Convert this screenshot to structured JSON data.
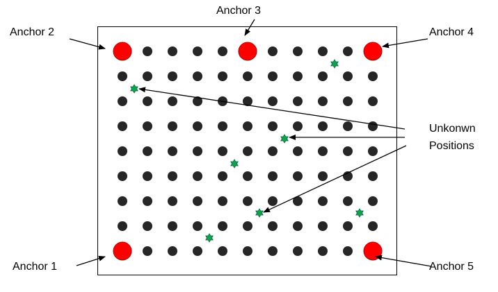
{
  "labels": {
    "anchor1": "Anchor 1",
    "anchor2": "Anchor 2",
    "anchor3": "Anchor 3",
    "anchor4": "Anchor 4",
    "anchor5": "Anchor 5",
    "unknown_line1": "Unkonwn",
    "unknown_line2": "Positions"
  },
  "grid": {
    "columns": 11,
    "rows": 9
  },
  "colors": {
    "node": "#262626",
    "anchor": "#ff0000",
    "unknown": "#11a34a"
  }
}
